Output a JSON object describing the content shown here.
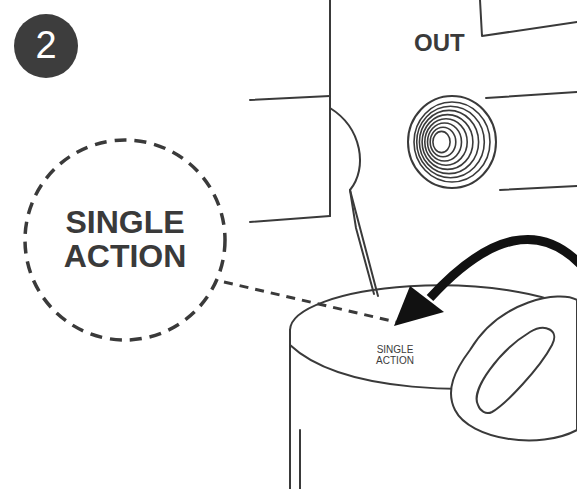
{
  "diagram": {
    "nodes": [
      {
        "text": [
          "2"
        ]
      },
      {
        "text": [
          "SINGLE ACTION"
        ]
      }
    ],
    "labels": [
      "OUT",
      "SINGLE ACTION"
    ]
  }
}
